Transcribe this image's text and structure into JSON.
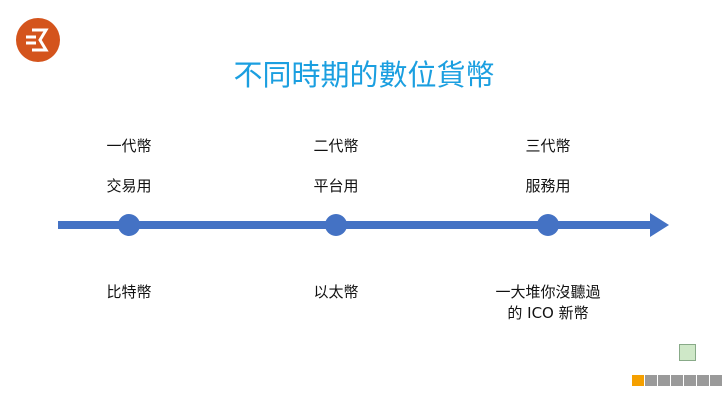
{
  "title": "不同時期的數位貨幣",
  "timeline": [
    {
      "generation": "一代幣",
      "usage": "交易用",
      "example": "比特幣"
    },
    {
      "generation": "二代幣",
      "usage": "平台用",
      "example": "以太幣"
    },
    {
      "generation": "三代幣",
      "usage": "服務用",
      "example": "一大堆你沒聽過",
      "example2": "的 ICO 新幣"
    }
  ],
  "colors": {
    "title": "#1b9fe0",
    "arrow": "#4472c4",
    "logo": "#d4541c",
    "toolbar_active": "#f5a000"
  }
}
